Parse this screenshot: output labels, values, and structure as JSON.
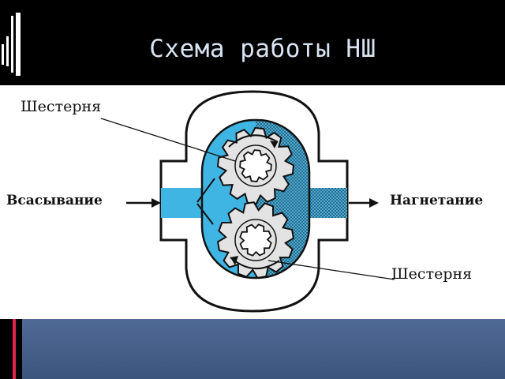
{
  "slide": {
    "title": "Схема работы НШ"
  },
  "diagram": {
    "labels": {
      "gear_top": "Шестерня",
      "gear_bottom": "Шестерня",
      "suction": "Всасывание",
      "discharge": "Нагнетание"
    },
    "colors": {
      "fluid_suction": "#3fb5e3",
      "fluid_discharge": "#2a6a8a",
      "gear_fill": "#e3e3e3",
      "outline": "#111111",
      "footer_blue": "#4a6590",
      "accent_red": "#e0254a"
    }
  }
}
